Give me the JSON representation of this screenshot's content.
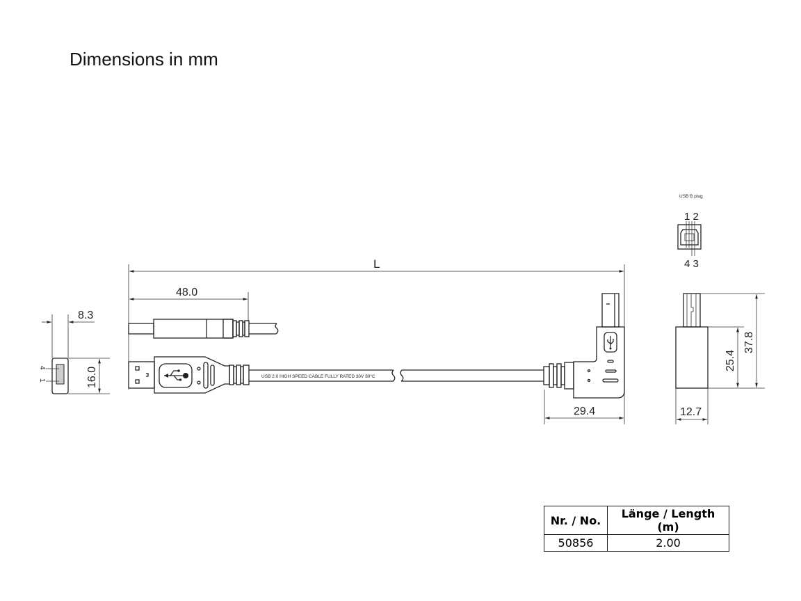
{
  "title": "Dimensions in mm",
  "dimensions": {
    "overall_length": "L",
    "a_plug_length": "48.0",
    "a_plug_width": "8.3",
    "a_plug_height": "16.0",
    "b_plug_depth": "29.4",
    "b_body_height": "25.4",
    "b_total_height": "37.8",
    "b_width": "12.7"
  },
  "cable_print": "USB 2.0 HIGH SPEED CABLE FULLY RATED 30V 80°C",
  "a_plug_pins": {
    "top": "4",
    "bottom": "1"
  },
  "b_plug": {
    "label": "USB B plug",
    "pins_top": "1 2",
    "pins_bottom": "4 3"
  },
  "table": {
    "headers": [
      "Nr. / No.",
      "Länge / Length (m)"
    ],
    "rows": [
      [
        "50856",
        "2.00"
      ]
    ]
  }
}
